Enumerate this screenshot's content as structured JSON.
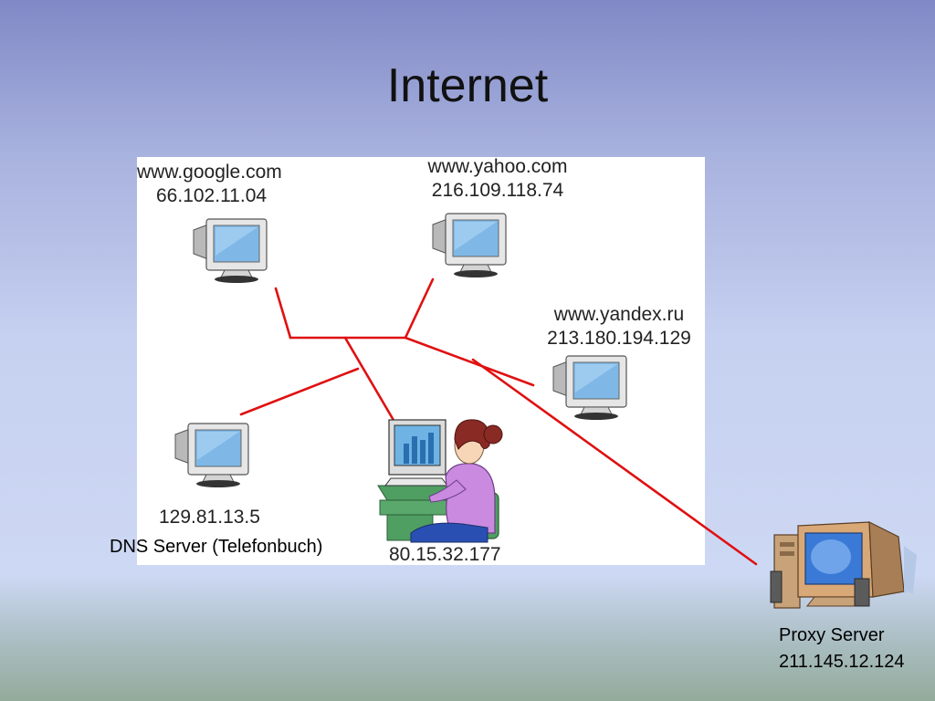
{
  "slide": {
    "title": "Internet"
  },
  "nodes": {
    "google": {
      "host": "www.google.com",
      "ip": "66.102.11.04"
    },
    "yahoo": {
      "host": "www.yahoo.com",
      "ip": "216.109.118.74"
    },
    "yandex": {
      "host": "www.yandex.ru",
      "ip": "213.180.194.129"
    },
    "dns": {
      "ip": "129.81.13.5",
      "caption": "DNS Server (Telefonbuch)"
    },
    "user": {
      "ip": "80.15.32.177"
    },
    "proxy": {
      "name": "Proxy Server",
      "ip": "211.145.12.124"
    }
  },
  "colors": {
    "link": "#e01010",
    "screen": "#7fb8e6",
    "monitor_body": "#e6e6e6"
  }
}
